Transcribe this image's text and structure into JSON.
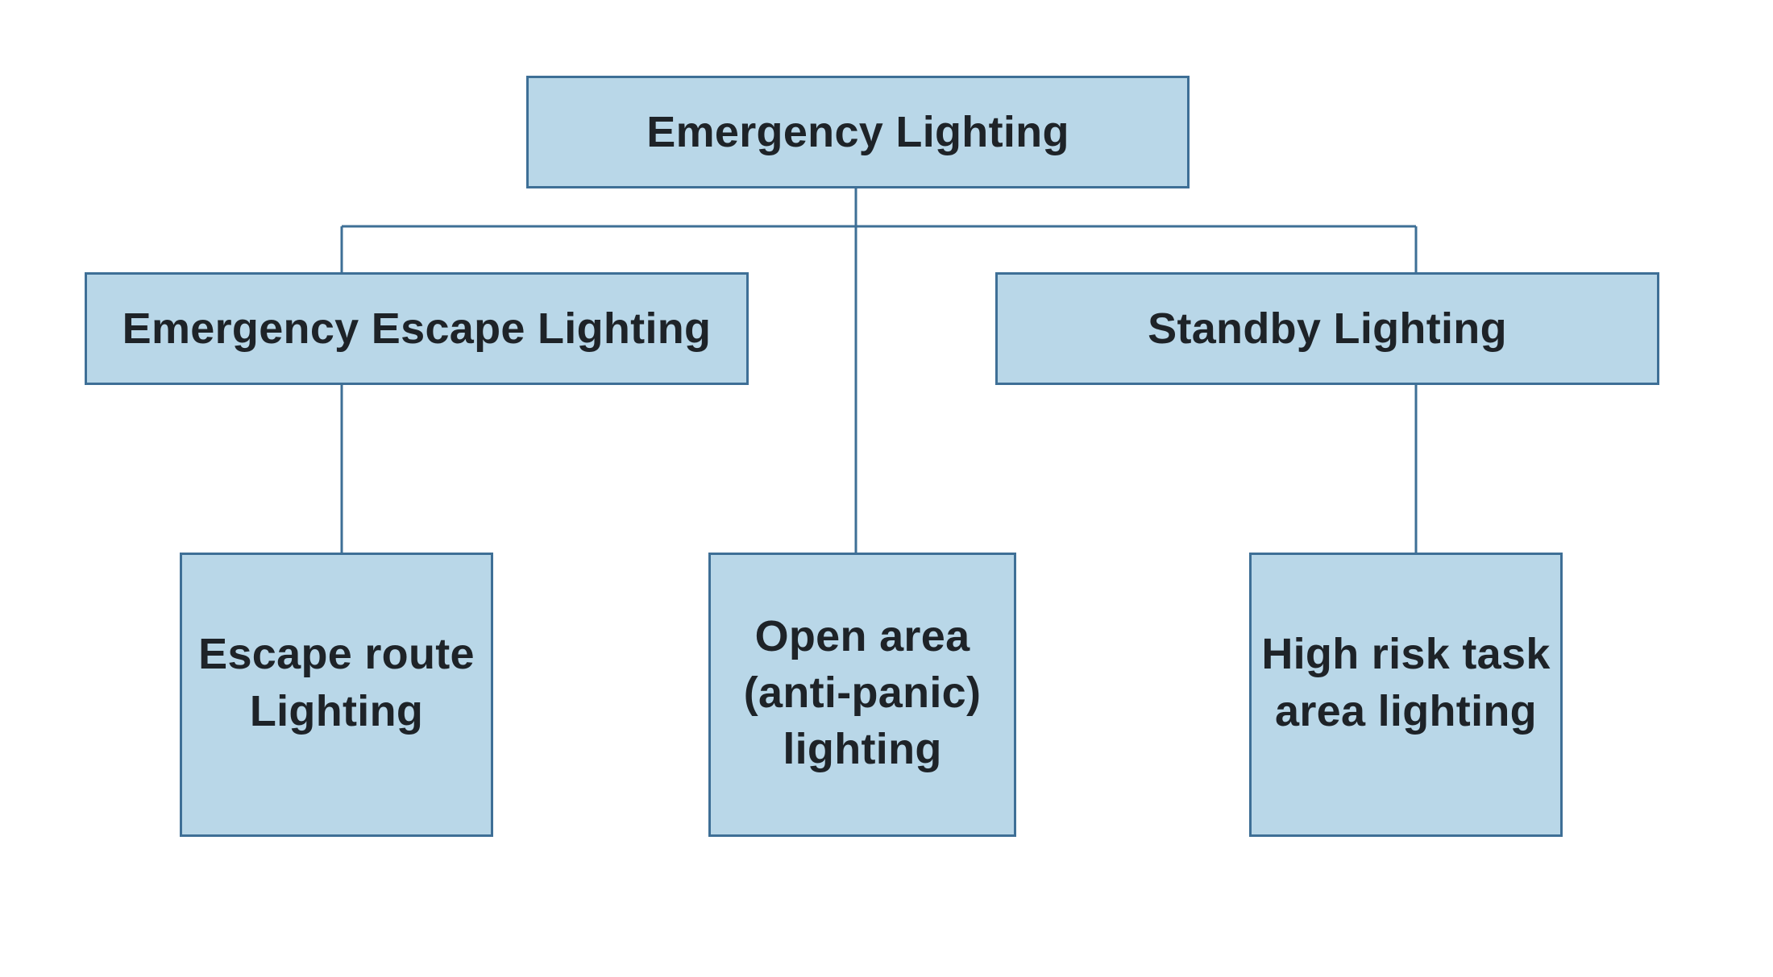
{
  "diagram": {
    "root": {
      "label": "Emergency Lighting"
    },
    "escape": {
      "label": "Emergency Escape Lighting"
    },
    "standby": {
      "label": "Standby Lighting"
    },
    "route": {
      "line1": "Escape route",
      "line2": "Lighting"
    },
    "open": {
      "line1": "Open area",
      "line2": "(anti-panic)",
      "line3": "lighting"
    },
    "risk": {
      "line1": "High risk task",
      "line2": "area lighting"
    }
  },
  "colors": {
    "box_fill": "#b9d7e8",
    "box_border": "#3e6f96",
    "text": "#1e2328"
  }
}
